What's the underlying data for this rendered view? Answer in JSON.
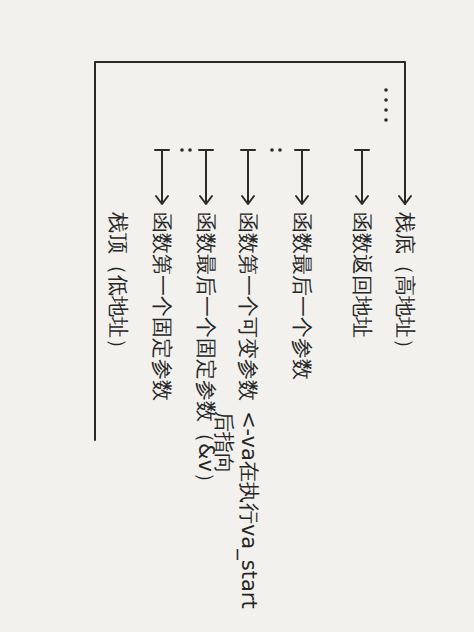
{
  "diagram": {
    "labels": [
      "栈底（高地址）",
      "函数返回地址",
      "函数最后一个参数",
      "函数第一个可变参数",
      "<-va在执行va_start后指向",
      "函数最后一个固定参数（&v）",
      "函数第一个固定参数",
      "栈顶（低地址）"
    ]
  }
}
